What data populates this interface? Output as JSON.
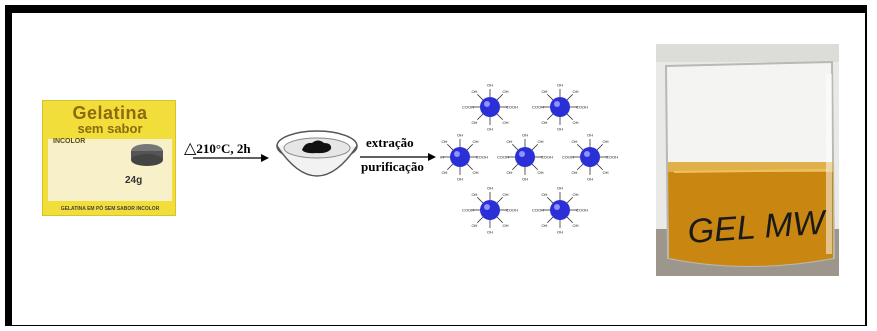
{
  "packet": {
    "brand": "Gelatina",
    "subtitle": "sem sabor",
    "variant": "INCOLOR",
    "weight": "24g",
    "footer": "GELATINA EM PÓ SEM SABOR INCOLOR",
    "colors": {
      "bg": "#f2de3a",
      "text": "#8b6a10"
    }
  },
  "step1": {
    "symbol": "△",
    "condition": "210°C, 2h"
  },
  "step2": {
    "line1": "extração",
    "line2": "purificação"
  },
  "beaker": {
    "label": "GEL MW",
    "liquid_color": "#c98712"
  },
  "dots": {
    "color": "#2b2fd6",
    "label_left": "COOH",
    "label_right": "COOH",
    "label_small": "OH"
  }
}
